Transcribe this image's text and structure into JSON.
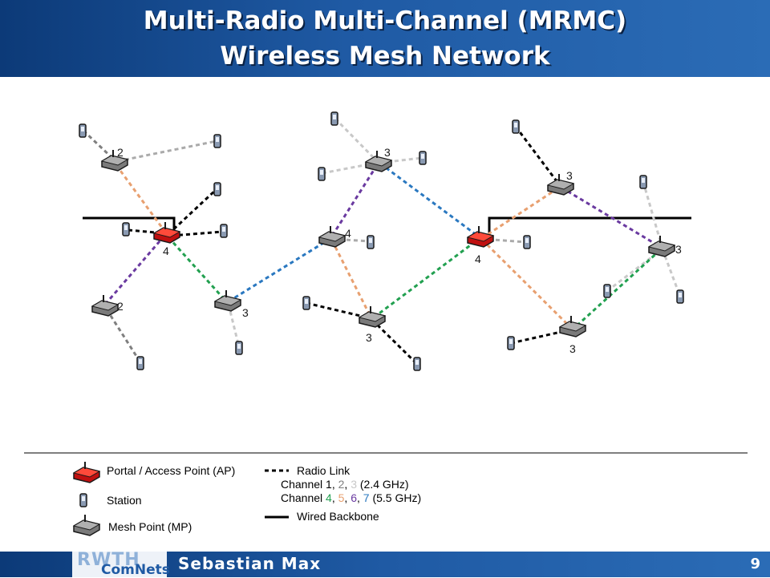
{
  "header": {
    "title_line1": "Multi-Radio Multi-Channel (MRMC)",
    "title_line2": "Wireless Mesh Network"
  },
  "colors": {
    "channel_1": "#000000",
    "channel_2": "#7f7f7f",
    "channel_3": "#c8c8c8",
    "channel_4": "#22a050",
    "channel_5": "#e8a070",
    "channel_6": "#6a3aa0",
    "channel_7": "#2a78c0",
    "portal": "#e02020",
    "mesh_point": "#808080"
  },
  "diagram": {
    "node_labels": {
      "mp_top_left": "2",
      "portal_left": "4",
      "mp_bottom_left": "2",
      "mp_center_left": "3",
      "mp_top_center": "3",
      "mp_center": "4",
      "mp_bottom_center": "3",
      "portal_right": "4",
      "mp_top_right": "3",
      "mp_far_right": "3",
      "mp_bottom_right": "3"
    }
  },
  "legend": {
    "portal": "Portal / Access Point (AP)",
    "station": "Station",
    "mesh_point": "Mesh Point (MP)",
    "radio_link": "Radio Link",
    "channel_24_prefix": "Channel ",
    "channel_24_1": "1",
    "channel_24_2": "2",
    "channel_24_3": "3",
    "channel_24_sep": ", ",
    "channel_24_suffix": " (2.4 GHz)",
    "channel_55_prefix": "Channel ",
    "channel_55_4": "4",
    "channel_55_5": "5",
    "channel_55_6": "6",
    "channel_55_7": "7",
    "channel_55_sep": ", ",
    "channel_55_suffix": " (5.5 GHz)",
    "wired_backbone": "Wired Backbone"
  },
  "footer": {
    "logo_top": "RWTH",
    "logo_bottom": "ComNets",
    "author": "Sebastian Max",
    "page_number": "9"
  }
}
